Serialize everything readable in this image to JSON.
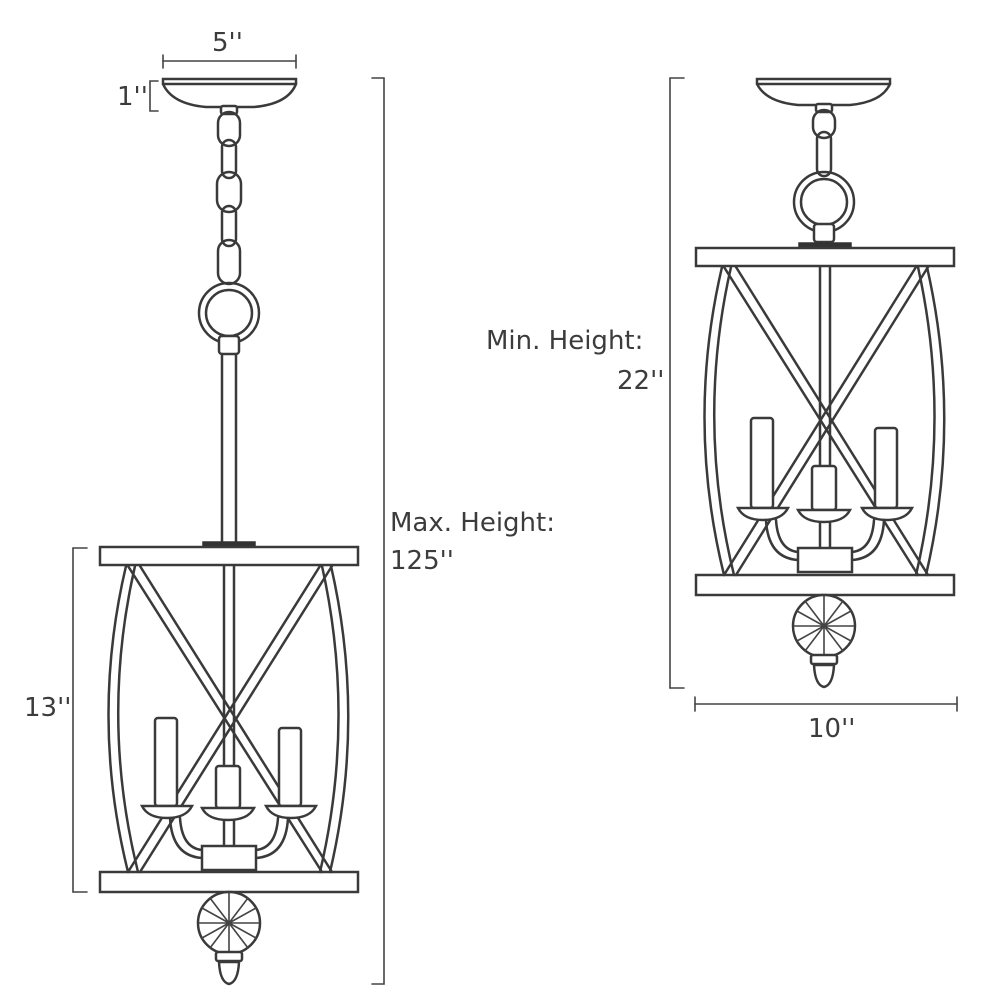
{
  "labels": {
    "canopy_width": "5''",
    "canopy_height": "1''",
    "cage_height": "13''",
    "max_height_title": "Max. Height:",
    "max_height_value": "125''",
    "min_height_title": "Min. Height:",
    "min_height_value": "22''",
    "fixture_width": "10''"
  },
  "colors": {
    "line": "#3a3a3a",
    "text": "#3c3c3c",
    "background": "#ffffff"
  }
}
